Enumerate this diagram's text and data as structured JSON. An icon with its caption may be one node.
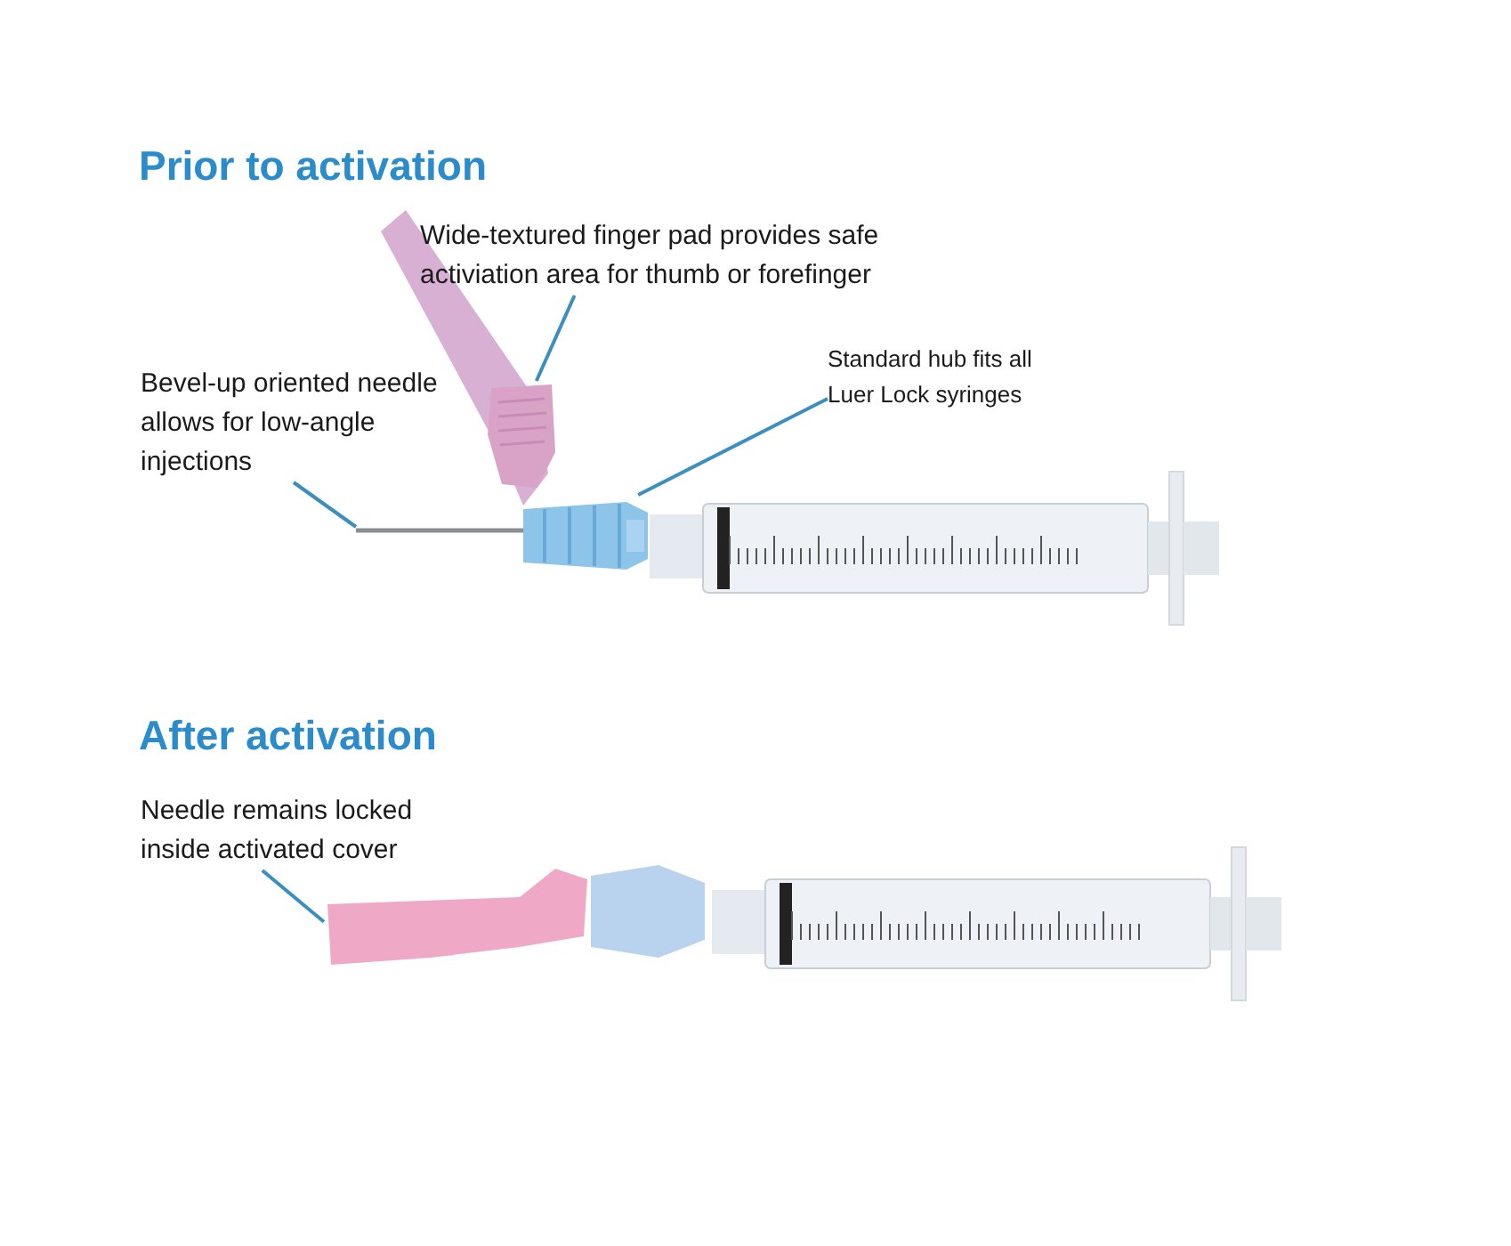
{
  "diagram": {
    "nodes": [
      {
        "text": [
          "Wide-textured finger pad provides safe activiation area for thumb or forefinger"
        ]
      },
      {
        "text": [],
        "shape": "picture"
      },
      {
        "text": [
          "Bevel-up oriented needle allows for low-angle injections"
        ]
      },
      {
        "text": [],
        "shape": "picture"
      },
      {
        "text": [
          "Standard hub fits all Luer Lock syringes"
        ]
      },
      {
        "text": [],
        "shape": "picture"
      },
      {
        "text": [
          "Needle remains locked inside activated cover"
        ]
      },
      {
        "text": [],
        "shape": "picture"
      }
    ],
    "edges": [
      {
        "from": 0,
        "to": 1,
        "arrow": "none"
      },
      {
        "from": 2,
        "to": 3,
        "arrow": "none"
      },
      {
        "from": 4,
        "to": 5,
        "arrow": "none"
      },
      {
        "from": 6,
        "to": 7,
        "arrow": "none"
      }
    ],
    "labels": [
      "Prior to activation",
      "After activation"
    ]
  }
}
